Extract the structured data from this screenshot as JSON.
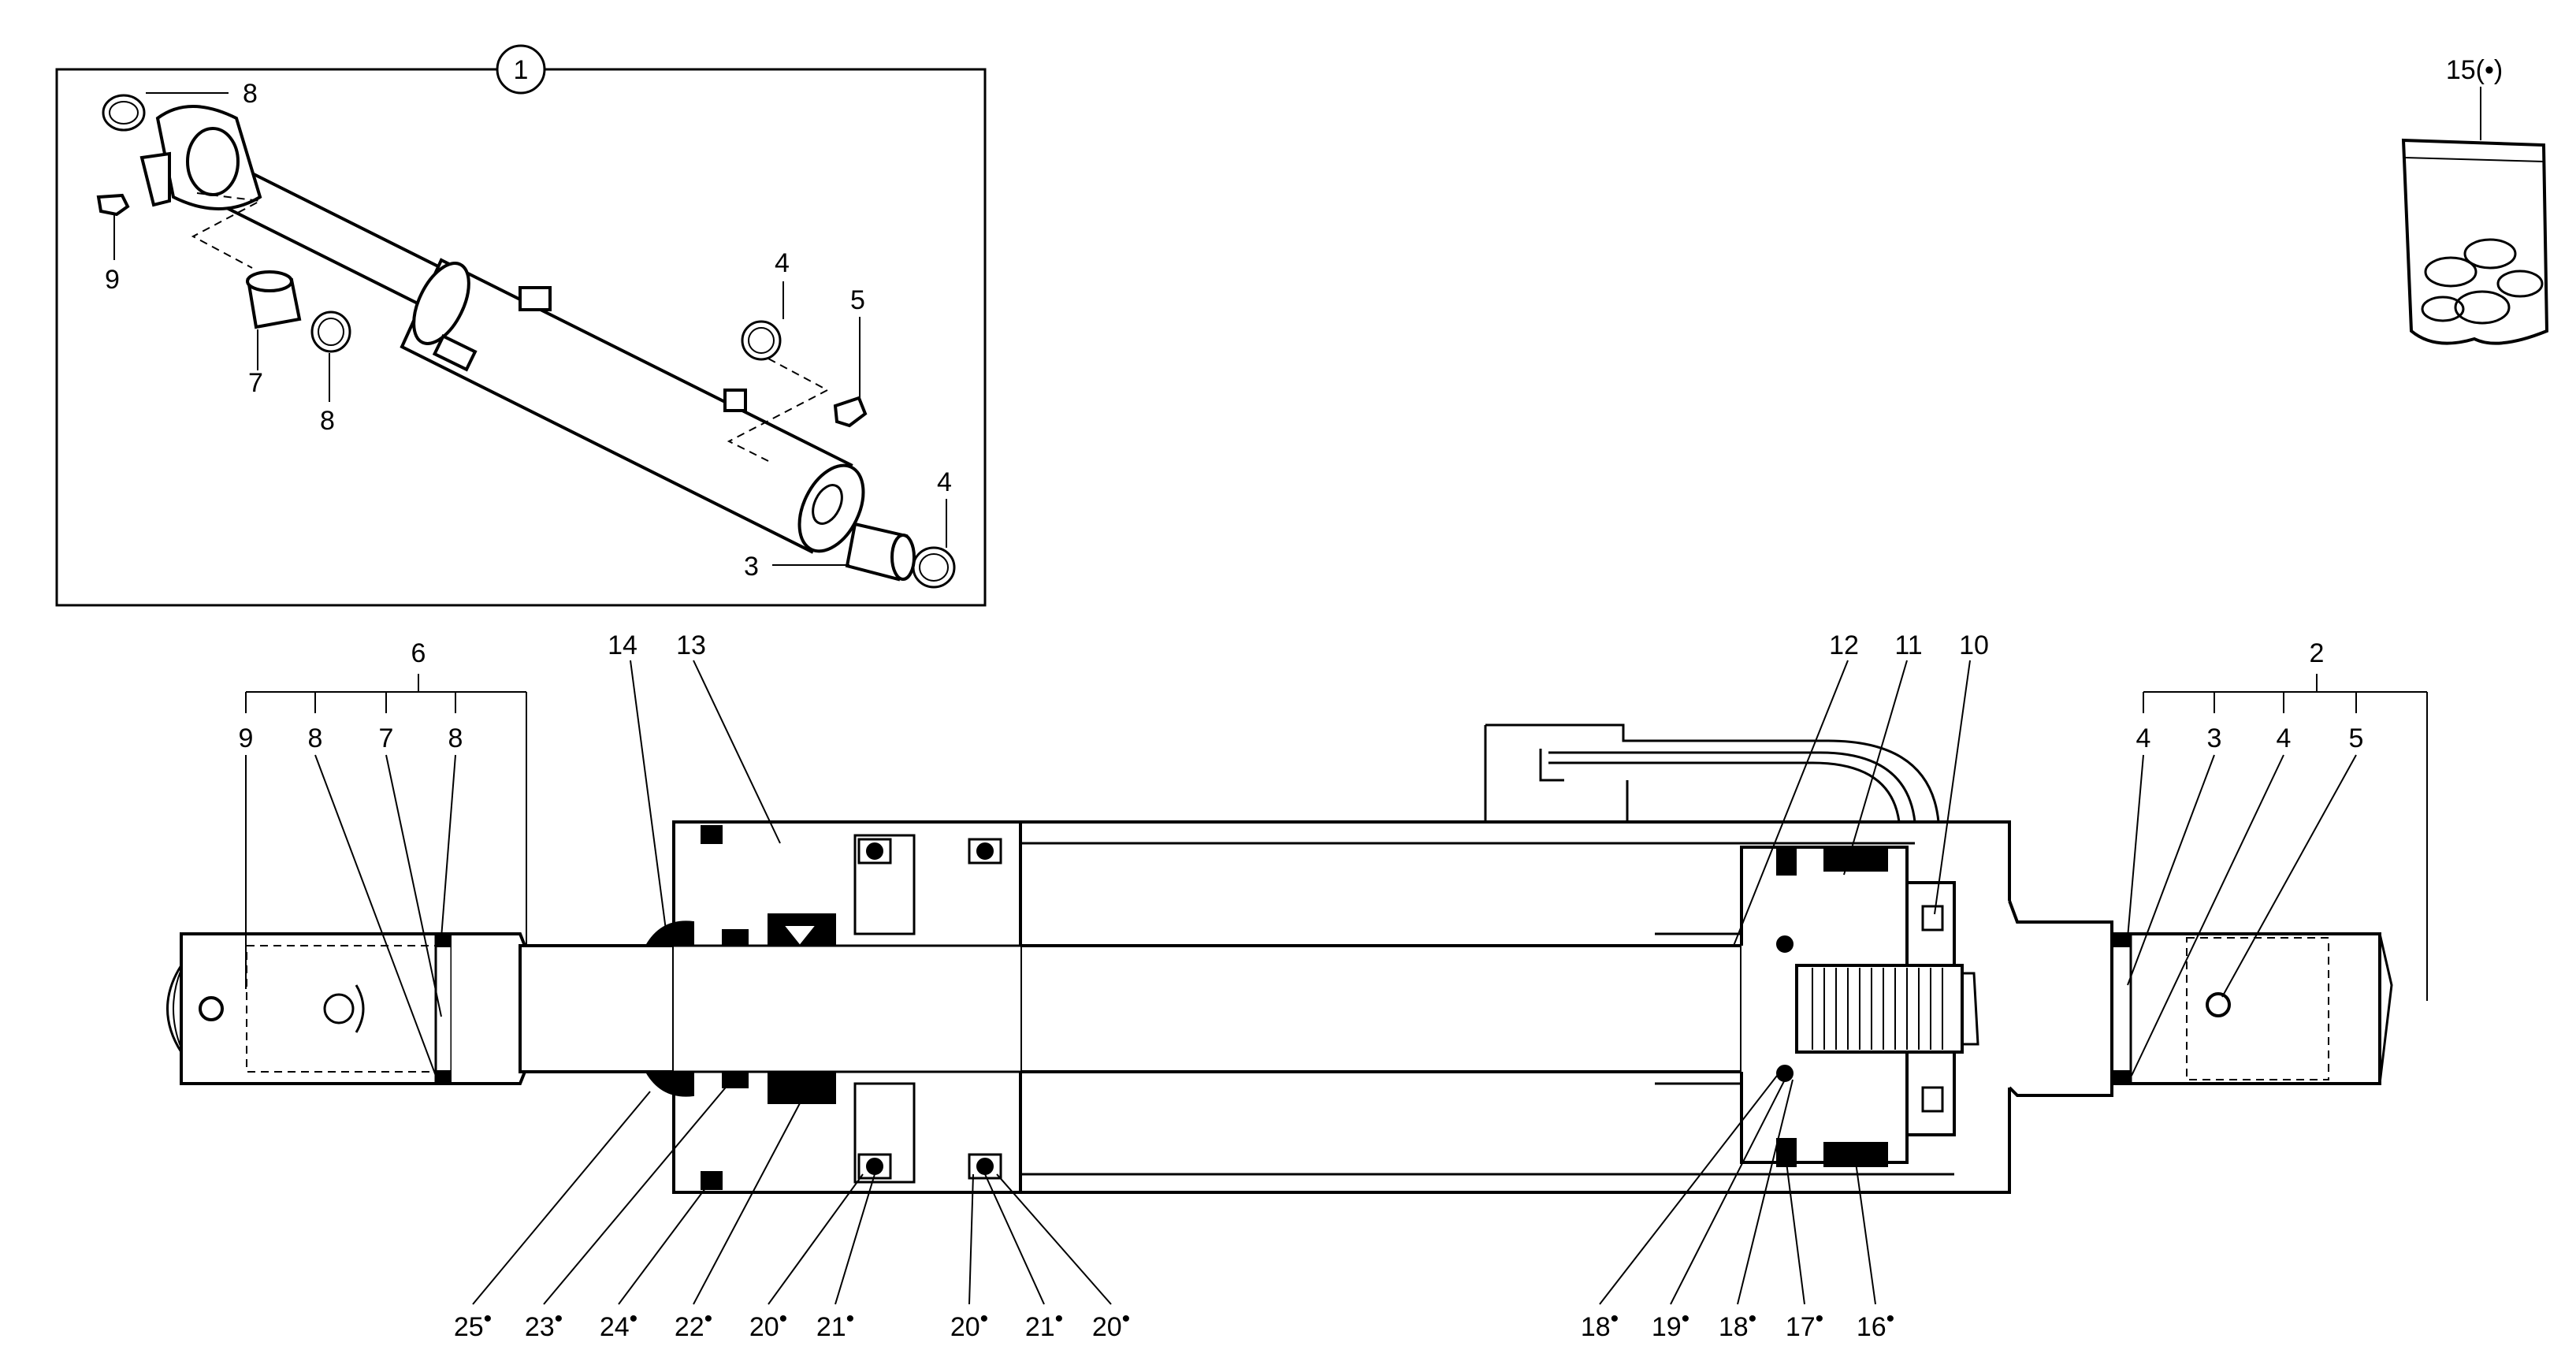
{
  "diagram": {
    "assembly_callout": "1",
    "kit_label": "15(•)",
    "inset_labels": [
      {
        "id": "inset-8-top",
        "text": "8"
      },
      {
        "id": "inset-9",
        "text": "9"
      },
      {
        "id": "inset-7",
        "text": "7"
      },
      {
        "id": "inset-8-bottom",
        "text": "8"
      },
      {
        "id": "inset-4-top",
        "text": "4"
      },
      {
        "id": "inset-5",
        "text": "5"
      },
      {
        "id": "inset-4-bottom",
        "text": "4"
      },
      {
        "id": "inset-3",
        "text": "3"
      }
    ],
    "top_labels": [
      {
        "id": "label-6",
        "text": "6"
      },
      {
        "id": "label-9",
        "text": "9"
      },
      {
        "id": "label-8a",
        "text": "8"
      },
      {
        "id": "label-7",
        "text": "7"
      },
      {
        "id": "label-8b",
        "text": "8"
      },
      {
        "id": "label-14",
        "text": "14"
      },
      {
        "id": "label-13",
        "text": "13"
      },
      {
        "id": "label-12",
        "text": "12"
      },
      {
        "id": "label-11",
        "text": "11"
      },
      {
        "id": "label-10",
        "text": "10"
      },
      {
        "id": "label-2",
        "text": "2"
      },
      {
        "id": "label-4a",
        "text": "4"
      },
      {
        "id": "label-3",
        "text": "3"
      },
      {
        "id": "label-4b",
        "text": "4"
      },
      {
        "id": "label-5",
        "text": "5"
      }
    ],
    "bottom_labels": [
      {
        "id": "label-25",
        "text": "25"
      },
      {
        "id": "label-23",
        "text": "23"
      },
      {
        "id": "label-24",
        "text": "24"
      },
      {
        "id": "label-22",
        "text": "22"
      },
      {
        "id": "label-20a",
        "text": "20"
      },
      {
        "id": "label-21a",
        "text": "21"
      },
      {
        "id": "label-20b",
        "text": "20"
      },
      {
        "id": "label-21b",
        "text": "21"
      },
      {
        "id": "label-20c",
        "text": "20"
      },
      {
        "id": "label-18a",
        "text": "18"
      },
      {
        "id": "label-19",
        "text": "19"
      },
      {
        "id": "label-18b",
        "text": "18"
      },
      {
        "id": "label-17",
        "text": "17"
      },
      {
        "id": "label-16",
        "text": "16"
      }
    ],
    "kit_marker": "•"
  }
}
